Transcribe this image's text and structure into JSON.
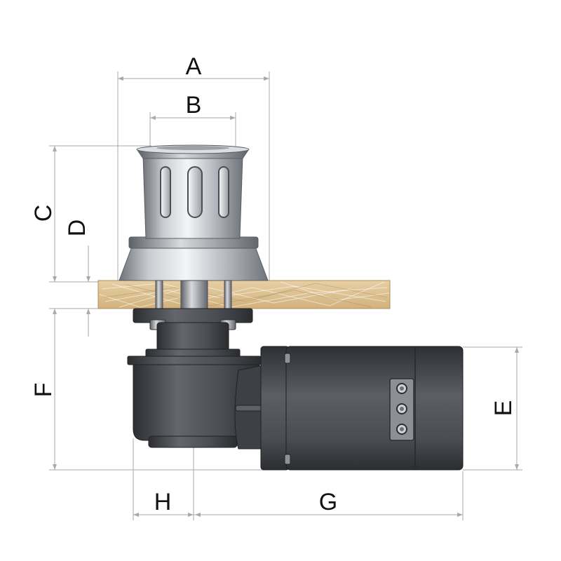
{
  "diagram": {
    "labels": {
      "a": "A",
      "b": "B",
      "c": "C",
      "d": "D",
      "e": "E",
      "f": "F",
      "g": "G",
      "h": "H"
    }
  }
}
